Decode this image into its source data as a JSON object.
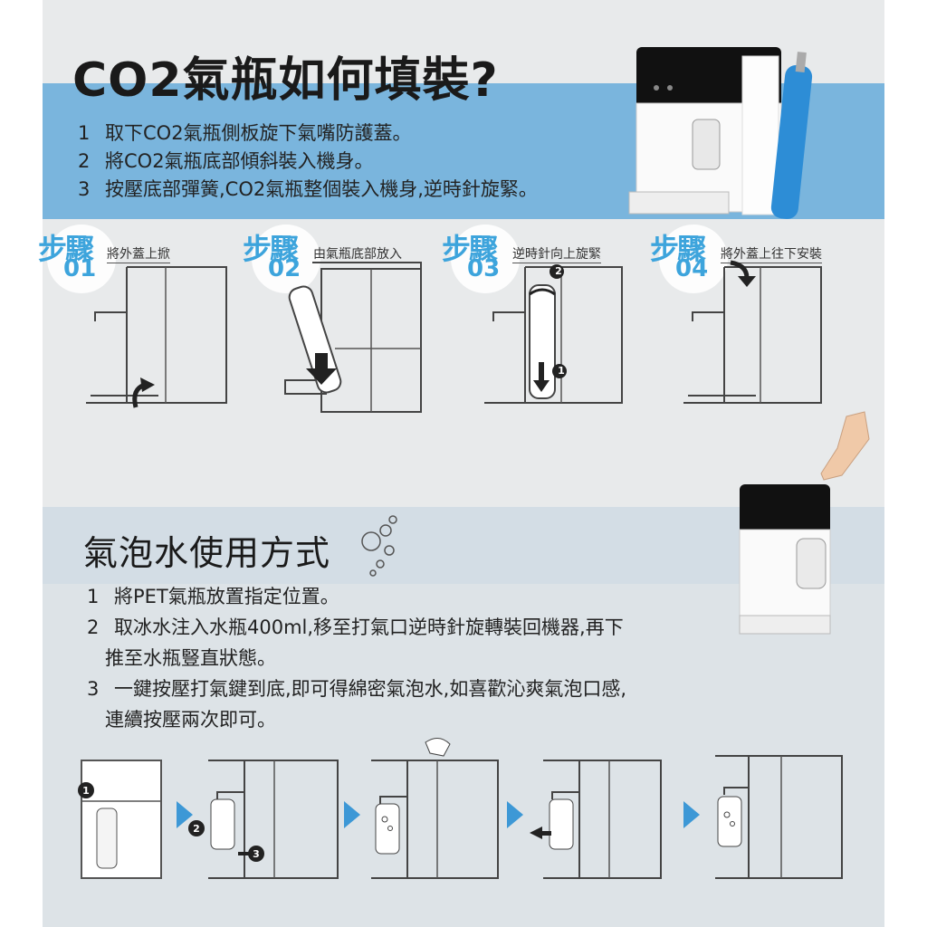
{
  "section1": {
    "title": "CO2氣瓶如何填裝?",
    "steps": [
      {
        "num": "1",
        "text": "取下CO2氣瓶側板旋下氣嘴防護蓋。"
      },
      {
        "num": "2",
        "text": "將CO2氣瓶底部傾斜裝入機身。"
      },
      {
        "num": "3",
        "text": "按壓底部彈簧,CO2氣瓶整個裝入機身,逆時針旋緊。"
      }
    ],
    "illustrated_steps": [
      {
        "word": "步驟",
        "num": "01",
        "caption": "將外蓋上掀"
      },
      {
        "word": "步驟",
        "num": "02",
        "caption": "由氣瓶底部放入"
      },
      {
        "word": "步驟",
        "num": "03",
        "caption": "逆時針向上旋緊"
      },
      {
        "word": "步驟",
        "num": "04",
        "caption": "將外蓋上往下安裝"
      }
    ]
  },
  "section2": {
    "title": "氣泡水使用方式",
    "steps": [
      {
        "num": "1",
        "text": "將PET氣瓶放置指定位置。"
      },
      {
        "num": "2",
        "text": "取冰水注入水瓶400ml,移至打氣口逆時針旋轉裝回機器,再下",
        "cont": "推至水瓶豎直狀態。"
      },
      {
        "num": "3",
        "text": "一鍵按壓打氣鍵到底,即可得綿密氣泡水,如喜歡沁爽氣泡口感,",
        "cont": "連續按壓兩次即可。"
      }
    ],
    "markers": [
      "1",
      "2",
      "3"
    ]
  },
  "colors": {
    "accent": "#3da4dc",
    "band": "#7ab5dd",
    "arrow": "#3d98d6"
  }
}
